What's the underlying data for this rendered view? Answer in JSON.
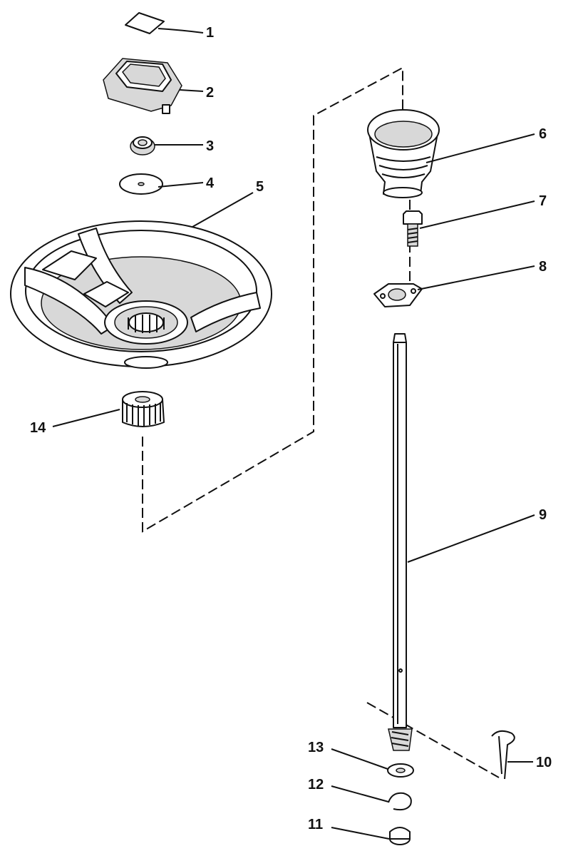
{
  "callouts": [
    {
      "id": "1",
      "text": "1"
    },
    {
      "id": "2",
      "text": "2"
    },
    {
      "id": "3",
      "text": "3"
    },
    {
      "id": "4",
      "text": "4"
    },
    {
      "id": "5",
      "text": "5"
    },
    {
      "id": "6",
      "text": "6"
    },
    {
      "id": "7",
      "text": "7"
    },
    {
      "id": "8",
      "text": "8"
    },
    {
      "id": "9",
      "text": "9"
    },
    {
      "id": "10",
      "text": "10"
    },
    {
      "id": "11",
      "text": "11"
    },
    {
      "id": "12",
      "text": "12"
    },
    {
      "id": "13",
      "text": "13"
    },
    {
      "id": "14",
      "text": "14"
    }
  ],
  "parts": {
    "p1": "emblem-decal-icon",
    "p2": "center-cap-icon",
    "p3": "nut-icon",
    "p4": "washer-icon",
    "p5": "steering-wheel-icon",
    "p6": "column-boot-icon",
    "p7": "bolt-icon",
    "p8": "flange-bearing-icon",
    "p9": "steering-shaft-icon",
    "p10": "cotter-pin-icon",
    "p11": "cap-nut-icon",
    "p12": "retaining-ring-icon",
    "p13": "flat-washer-icon",
    "p14": "splined-adapter-icon"
  }
}
